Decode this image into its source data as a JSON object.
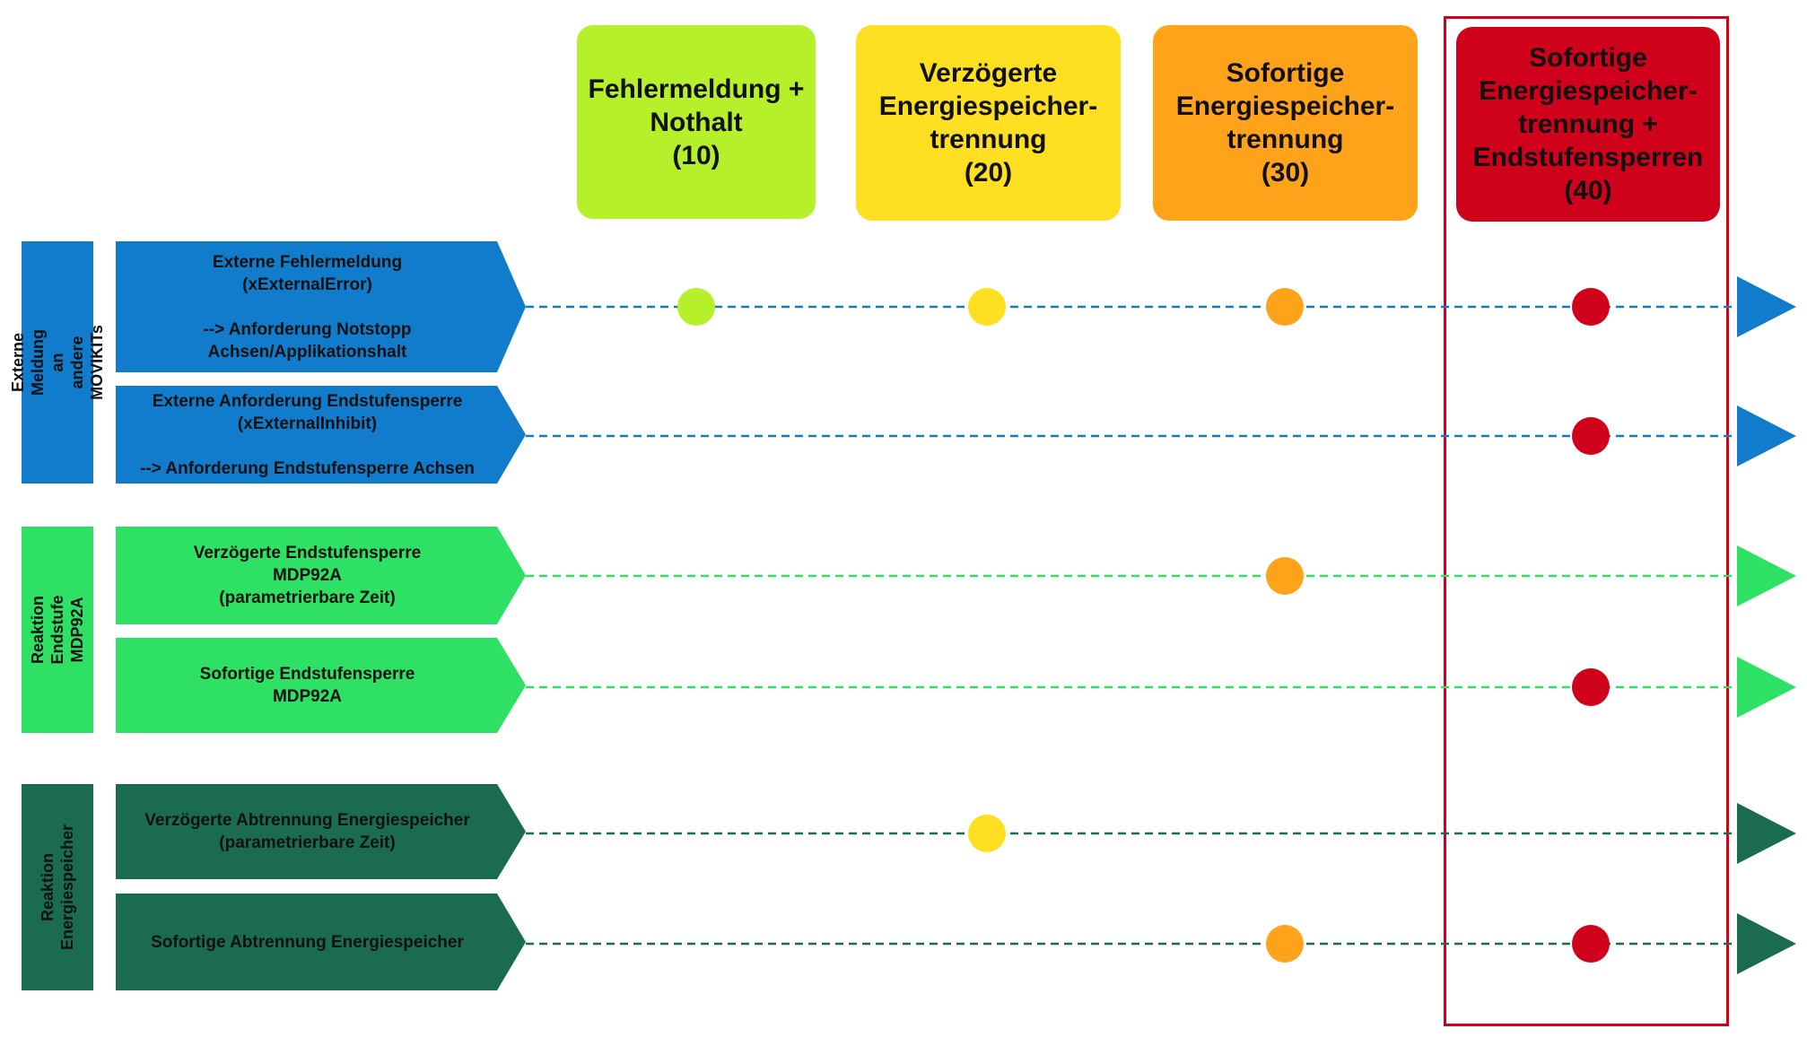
{
  "columns": [
    {
      "id": "c10",
      "label": "Fehlermeldung +\nNothalt\n(10)",
      "color": "#b5f02a"
    },
    {
      "id": "c20",
      "label": "Verzögerte\nEnergiespeicher-\ntrennung\n(20)",
      "color": "#ffdf22"
    },
    {
      "id": "c30",
      "label": "Sofortige\nEnergiespeicher-\ntrennung\n(30)",
      "color": "#ffa31a"
    },
    {
      "id": "c40",
      "label": "Sofortige\nEnergiespeicher-\ntrennung +\nEndstufensperren\n(40)",
      "color": "#d0021b"
    }
  ],
  "groups": [
    {
      "label": "Externe Meldung an\nandere MOVIKITs",
      "color": "#127ccc"
    },
    {
      "label": "Reaktion Endstufe\nMDP92A",
      "color": "#2ee063"
    },
    {
      "label": "Reaktion\nEnergiespeicher",
      "color": "#1a6b50"
    }
  ],
  "rows": [
    {
      "label": "Externe Fehlermeldung\n(xExternalError)\n\n--> Anforderung Notstopp\nAchsen/Applikationshalt",
      "group": 0,
      "color": "#127ccc",
      "line_color": "#127ccc",
      "markers": [
        "c10",
        "c20",
        "c30",
        "c40"
      ]
    },
    {
      "label": "Externe Anforderung Endstufensperre\n(xExternalInhibit)\n\n--> Anforderung Endstufensperre Achsen",
      "group": 0,
      "color": "#127ccc",
      "line_color": "#127ccc",
      "markers": [
        "c40"
      ]
    },
    {
      "label": "Verzögerte Endstufensperre\nMDP92A\n(parametrierbare Zeit)",
      "group": 1,
      "color": "#2ee063",
      "line_color": "#2ee063",
      "markers": [
        "c30"
      ]
    },
    {
      "label": "Sofortige Endstufensperre\nMDP92A",
      "group": 1,
      "color": "#2ee063",
      "line_color": "#2ee063",
      "markers": [
        "c40"
      ]
    },
    {
      "label": "Verzögerte Abtrennung Energiespeicher\n(parametrierbare Zeit)",
      "group": 2,
      "color": "#1a6b50",
      "line_color": "#1a6b50",
      "markers": [
        "c20"
      ]
    },
    {
      "label": "Sofortige Abtrennung Energiespeicher",
      "group": 2,
      "color": "#1a6b50",
      "line_color": "#1a6b50",
      "markers": [
        "c30",
        "c40"
      ]
    }
  ],
  "highlight": {
    "column": "c40",
    "color": "#d0021b"
  }
}
